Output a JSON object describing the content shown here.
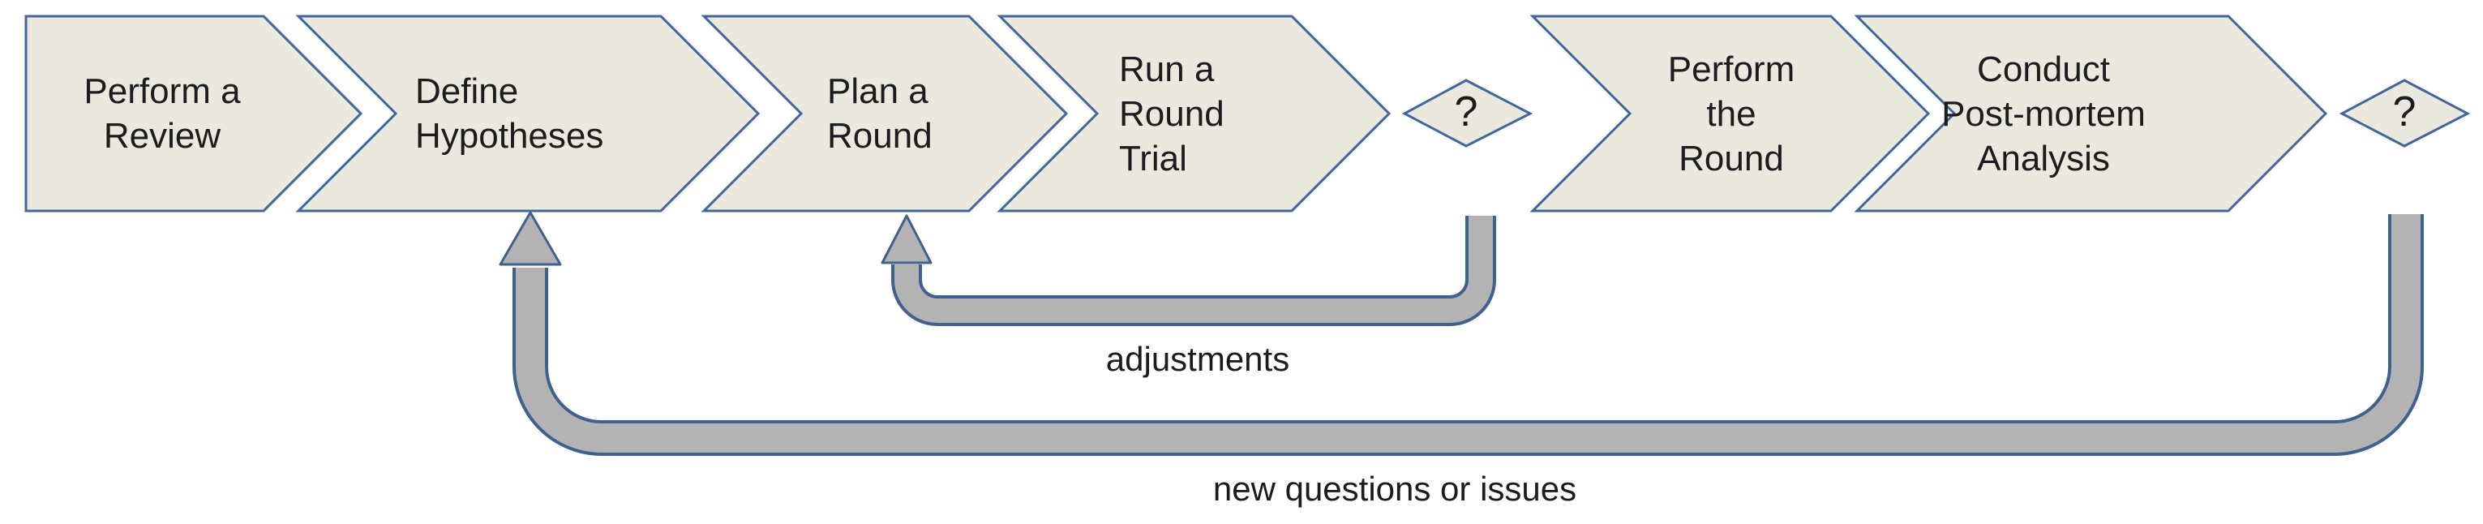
{
  "diagram": {
    "title": "round-based process flowchart",
    "steps": [
      {
        "id": "perform-a-review",
        "label": "Perform a\nReview"
      },
      {
        "id": "define-hypotheses",
        "label": "Define\nHypotheses"
      },
      {
        "id": "plan-a-round",
        "label": "Plan a\nRound"
      },
      {
        "id": "run-a-round-trial",
        "label": "Run a\nRound\nTrial"
      },
      {
        "id": "perform-the-round",
        "label": "Perform\nthe\nRound"
      },
      {
        "id": "conduct-post-mortem-analysis",
        "label": "Conduct\nPost-mortem\nAnalysis"
      }
    ],
    "decisions": [
      {
        "id": "decision-after-trial",
        "label": "?"
      },
      {
        "id": "decision-after-analysis",
        "label": "?"
      }
    ],
    "loops": [
      {
        "id": "adjustments-loop",
        "label": "adjustments",
        "from": "decision-after-trial",
        "to": "plan-a-round"
      },
      {
        "id": "new-questions-loop",
        "label": "new questions or issues",
        "from": "decision-after-analysis",
        "to": "define-hypotheses"
      }
    ],
    "colors": {
      "shape_fill": "#EBE9DE",
      "shape_border": "#41679B",
      "connector_fill": "#B3B3B3",
      "connector_border": "#40618E",
      "text": "#1C1C1C",
      "background": "#FFFFFF"
    }
  }
}
